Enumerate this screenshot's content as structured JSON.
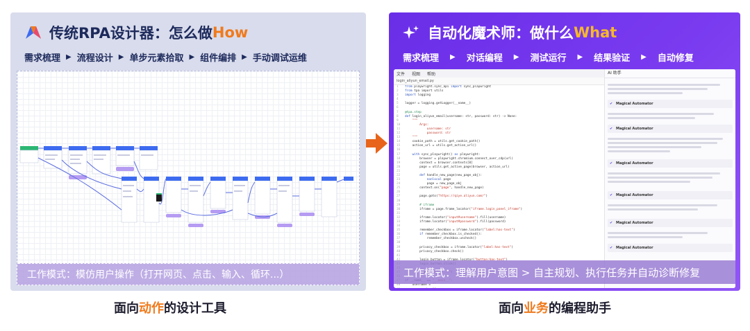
{
  "left_panel": {
    "title_prefix": "传统RPA设计器：怎么做 ",
    "title_highlight": "How",
    "steps": [
      "需求梳理",
      "流程设计",
      "单步元素拾取",
      "组件编排",
      "手动调试运维"
    ],
    "mode_text": "工作模式：模仿用户操作（打开网页、点击、输入、循环...）",
    "caption_prefix": "面向",
    "caption_highlight": "动作",
    "caption_suffix": "的设计工具"
  },
  "right_panel": {
    "title_prefix": "自动化魔术师：做什么 ",
    "title_highlight": "What",
    "steps": [
      "需求梳理",
      "对话编程",
      "测试运行",
      "结果验证",
      "自动修复"
    ],
    "mode_text": "工作模式：理解用户意图 > 自主规划、执行任务并自动诊断修复",
    "caption_prefix": "面向",
    "caption_highlight": "业务",
    "caption_suffix": "的编程助手",
    "editor": {
      "menu": [
        "文件",
        "视图",
        "帮助"
      ],
      "tab": "login_aliyun_email.py",
      "chat_title": "AI 助手",
      "agent_name": "Magical Automator"
    }
  },
  "colors": {
    "left_bg": "#d9dcec",
    "right_bg": "#7b3cf0",
    "orange": "#f07a1c",
    "yellow": "#f7b82b",
    "navy": "#1d2a5c"
  },
  "icons": {
    "left_logo": "rpa-logo-icon",
    "right_logo": "sparkle-icon",
    "step_separator": "triangle-right-icon",
    "connector": "arrow-right-icon"
  }
}
